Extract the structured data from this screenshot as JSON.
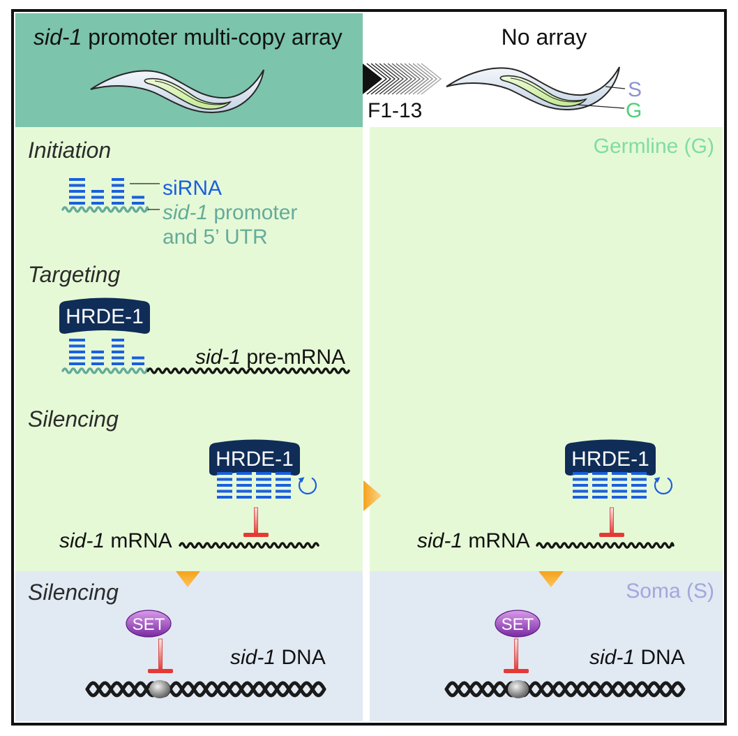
{
  "header": {
    "array_condition": {
      "gene": "sid-1",
      "rest": " promoter multi-copy array"
    },
    "no_array_condition": "No array",
    "generations": "F1-13",
    "soma_tag": "S",
    "germline_tag": "G"
  },
  "regions": {
    "germline": "Germline (G)",
    "soma": "Soma (S)"
  },
  "array_side": {
    "initiation": {
      "heading": "Initiation",
      "sirna": "siRNA",
      "target_gene": "sid-1",
      "target_rest": " promoter",
      "target_line2": "and 5’ UTR"
    },
    "targeting": {
      "heading": "Targeting",
      "protein": "HRDE-1",
      "transcript_gene": "sid-1",
      "transcript_rest": " pre-mRNA"
    },
    "germline_silencing": {
      "heading": "Silencing",
      "protein": "HRDE-1",
      "transcript_gene": "sid-1",
      "transcript_rest": " mRNA"
    },
    "soma_silencing": {
      "heading": "Silencing",
      "enzyme": "SET",
      "gene": "sid-1",
      "gene_rest": " DNA"
    }
  },
  "no_array_side": {
    "germline_silencing": {
      "protein": "HRDE-1",
      "transcript_gene": "sid-1",
      "transcript_rest": " mRNA"
    },
    "soma_silencing": {
      "enzyme": "SET",
      "gene": "sid-1",
      "gene_rest": " DNA"
    }
  },
  "colors": {
    "header_panel": "#7cc4ab",
    "germline_panel": "#e6f9d6",
    "soma_panel": "#e1e9f3",
    "sirna": "#1a5fe0",
    "promoter": "#64ab9a",
    "hrde": "#0f2d57",
    "inhibitor": "#e53935",
    "germline_label": "#80dca5",
    "soma_label": "#a2a7dc",
    "germline_tag": "#4fcf77",
    "soma_tag": "#8e93cf",
    "cue_arrow": "#f6a623"
  }
}
